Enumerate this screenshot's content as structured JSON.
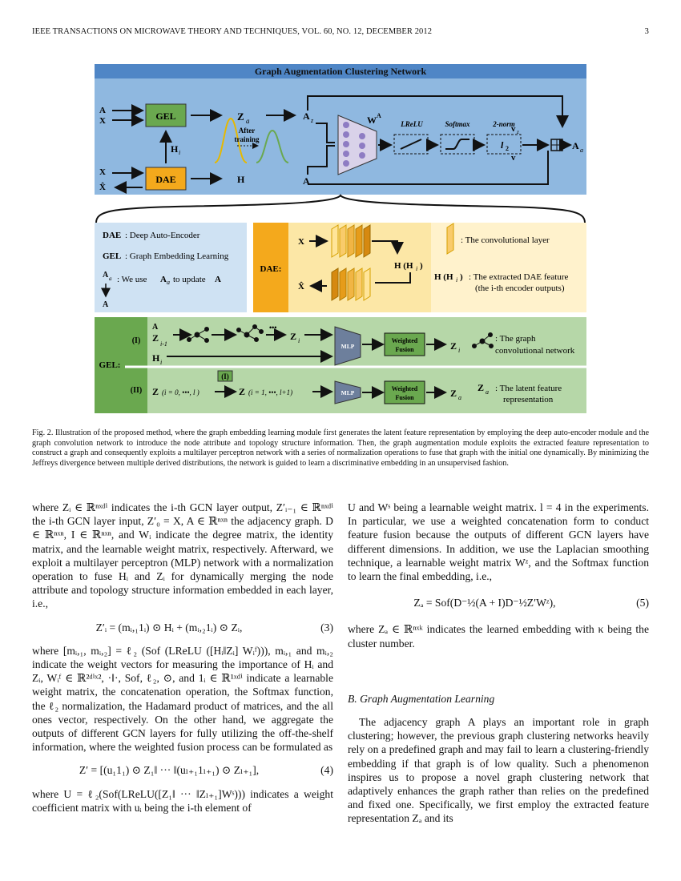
{
  "header": {
    "journal": "IEEE TRANSACTIONS ON MICROWAVE THEORY AND TECHNIQUES, VOL. 60, NO. 12, DECEMBER 2012",
    "page_number": "3"
  },
  "figure": {
    "title": "Graph Augmentation Clustering Network",
    "colors": {
      "title_bar": "#4f86c6",
      "top_panel": "#8fb8e0",
      "gel_box": "#6aa84f",
      "dae_box": "#f4a91c",
      "dae_light": "#fce7a6",
      "gel_light": "#b6d7a8",
      "legend_blue": "#cfe2f3"
    },
    "top": {
      "in_A": "A",
      "in_X": "X",
      "out_X": "X",
      "out_Xhat": "X̂",
      "gel": "GEL",
      "dae": "DAE",
      "Hi": "H",
      "Hi_sub": "i",
      "Za": "Z",
      "Za_sub": "a",
      "after_training": [
        "After",
        "training"
      ],
      "H": "H",
      "Az": "A",
      "Az_sub": "z",
      "A": "A",
      "WA": "W",
      "WA_sup": "A",
      "ops": [
        "LReLU",
        "Softmax",
        "2-norm"
      ],
      "l2": "l",
      "vz": "v",
      "vz_sub": "z",
      "v": "v",
      "Aa": "A",
      "Aa_sub": "a"
    },
    "legend": {
      "dae_def_key": "DAE",
      "dae_def": ": Deep Auto-Encoder",
      "gel_def_key": "GEL",
      "gel_def": ": Graph Embedding Learning",
      "update_A": "A",
      "update_a": "a",
      "update_text1": ": We use",
      "update_text2": "to update",
      "update_Abold": "A",
      "update_bottom": "A"
    },
    "dae": {
      "label": "DAE:",
      "X": "X",
      "Xhat": "X̂",
      "H": "H (H",
      "H_sub": "i",
      "H_close": ")",
      "legend_conv": ": The convolutional layer",
      "legend_feat_key": "H (H",
      "legend_feat": ": The extracted DAE feature",
      "legend_feat2": "(the i-th encoder outputs)"
    },
    "gel": {
      "label": "GEL:",
      "row1": {
        "tag": "(I)",
        "A": "A",
        "Z": "Z",
        "Z_sub": "i-1",
        "dots": "•••",
        "Zi": "Z",
        "Zi_sub": "i",
        "Hi": "H",
        "Hi_sub": "i",
        "mlp": "MLP",
        "fusion": [
          "Weighted",
          "Fusion"
        ],
        "out": "Z",
        "out_sub": "i",
        "legend": [
          ": The graph",
          "convolutional network"
        ]
      },
      "row2": {
        "tag": "(II)",
        "tagI": "(I)",
        "Zin": "Z",
        "Zin_range": "(i = 0, •••, l )",
        "Zout": "Z",
        "Zout_range": "(i = 1, •••, l+1)",
        "mlp": "MLP",
        "fusion": [
          "Weighted",
          "Fusion"
        ],
        "out": "Z",
        "out_sub": "a",
        "legend_key": "Z",
        "legend_sub": "a",
        "legend": [
          ": The latent feature",
          "representation"
        ]
      }
    }
  },
  "caption": "Fig. 2.  Illustration of the proposed method, where the graph embedding learning module first generates the latent feature representation by employing the deep auto-encoder module and the graph convolution network to introduce the node attribute and topology structure information. Then, the graph augmentation module exploits the extracted feature representation to construct a graph and consequently exploits a multilayer perceptron network with a series of normalization operations to fuse that graph with the initial one dynamically. By minimizing the Jeffreys divergence between multiple derived distributions, the network is guided to learn a discriminative embedding in an unsupervised fashion.",
  "left": {
    "p1": "where Zᵢ ∈ ℝⁿˣᵈⁱ indicates the i-th GCN layer output, Z′ᵢ₋₁ ∈ ℝⁿˣᵈⁱ the i-th GCN layer input, Z′₀ = X, A ∈ ℝⁿˣⁿ the adjacency graph. D ∈ ℝⁿˣⁿ, I ∈ ℝⁿˣⁿ, and Wᵢ indicate the degree matrix, the identity matrix, and the learnable weight matrix, respectively. Afterward, we exploit a multilayer perceptron (MLP) network with a normalization operation to fuse Hᵢ and Zᵢ for dynamically merging the node attribute and topology structure information embedded in each layer, i.e.,",
    "eq3": "Z′ᵢ = (mᵢ,₁1ᵢ) ⊙ Hᵢ + (mᵢ,₂1ᵢ) ⊙ Zᵢ,",
    "eq3_num": "(3)",
    "p2": "where [mᵢ,₁, mᵢ,₂] = ℓ₂ (Sof (LReLU ([Hᵢ‖Zᵢ] Wᵢᶠ))), mᵢ,₁ and mᵢ,₂ indicate the weight vectors for measuring the importance of Hᵢ and Zᵢ, Wᵢᶠ ∈ ℝ²ᵈⁱˣ², ·‖·, Sof, ℓ₂, ⊙, and 1ᵢ ∈ ℝ¹ˣᵈⁱ indicate a learnable weight matrix, the concatenation operation, the Softmax function, the ℓ₂ normalization, the Hadamard product of matrices, and the all ones vector, respectively. On the other hand, we aggregate the outputs of different GCN layers for fully utilizing the off-the-shelf information, where the weighted fusion process can be formulated as",
    "eq4": "Z′ = [(u₁1₁) ⊙ Z₁‖ ··· ‖(uₗ₊₁1ₗ₊₁) ⊙ Zₗ₊₁],",
    "eq4_num": "(4)",
    "p3": "where U = ℓ₂(Sof(LReLU([Z₁‖ ··· ‖Zₗ₊₁]Wˢ))) indicates a weight coefficient matrix with uᵢ being the i-th element of"
  },
  "right": {
    "p1": "U and Wˢ being a learnable weight matrix. l = 4 in the experiments. In particular, we use a weighted concatenation form to conduct feature fusion because the outputs of different GCN layers have different dimensions. In addition, we use the Laplacian smoothing technique, a learnable weight matrix Wᶻ, and the Softmax function to learn the final embedding, i.e.,",
    "eq5": "Zₐ = Sof(D⁻½(A + I)D⁻½Z′Wᶻ),",
    "eq5_num": "(5)",
    "p2": "where Zₐ ∈ ℝⁿˣᵏ indicates the learned embedding with κ being the cluster number.",
    "section": "B.  Graph Augmentation Learning",
    "p3": "The adjacency graph A plays an important role in graph clustering; however, the previous graph clustering networks heavily rely on a predefined graph and may fail to learn a clustering-friendly embedding if that graph is of low quality. Such a phenomenon inspires us to propose a novel graph clustering network that adaptively enhances the graph rather than relies on the predefined and fixed one. Specifically, we first employ the extracted feature representation Zₐ and its"
  }
}
